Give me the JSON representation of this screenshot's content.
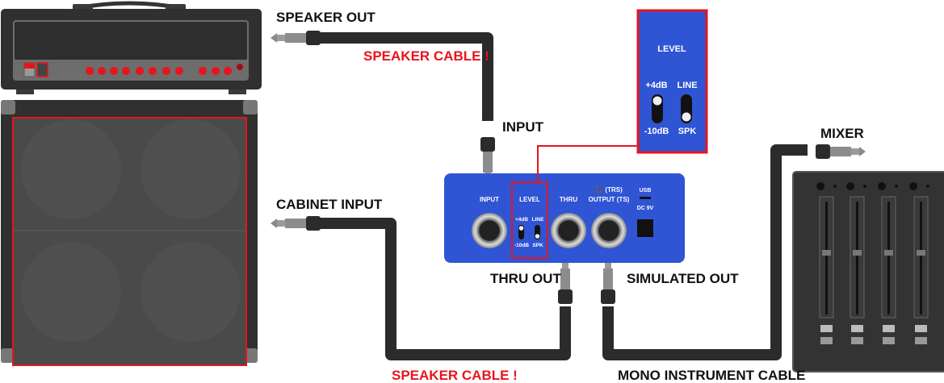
{
  "labels": {
    "speaker_out": "SPEAKER OUT",
    "speaker_cable_top": "SPEAKER CABLE !",
    "input": "INPUT",
    "cabinet_input": "CABINET INPUT",
    "thru_out": "THRU OUT",
    "simulated_out": "SIMULATED OUT",
    "speaker_cable_bottom": "SPEAKER CABLE !",
    "mono_instrument_cable": "MONO INSTRUMENT CABLE",
    "mixer": "MIXER"
  },
  "pedal": {
    "input": "INPUT",
    "level": "LEVEL",
    "plus4": "+4dB",
    "minus10": "-10dB",
    "line": "LINE",
    "spk": "SPK",
    "thru": "THRU",
    "trs": "🎧 (TRS)",
    "output": "OUTPUT (TS)",
    "usb": "USB",
    "dc": "DC 9V"
  },
  "callout": {
    "title": "LEVEL",
    "plus4": "+4dB",
    "minus10": "-10dB",
    "line": "LINE",
    "spk": "SPK"
  },
  "switches": {
    "level": "+4dB",
    "mode": "SPK"
  },
  "colors": {
    "pedal_blue": "#2f55d4",
    "highlight_red": "#e8141b",
    "device_dark": "#333333"
  }
}
